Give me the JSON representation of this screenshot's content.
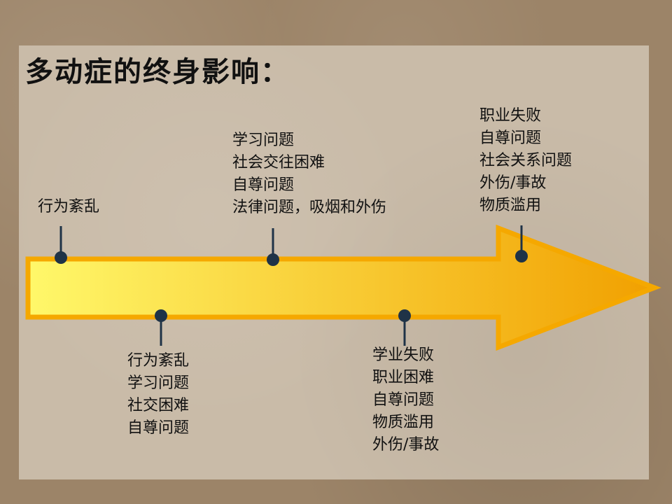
{
  "title": "多动症的终身影响：",
  "colors": {
    "arrow_fill_start": "#fff86a",
    "arrow_fill_end": "#f1a000",
    "arrow_stroke": "#f5a800",
    "marker": "#1f3347"
  },
  "stages": [
    {
      "position": "above",
      "items": [
        "行为紊乱"
      ]
    },
    {
      "position": "below",
      "items": [
        "行为紊乱",
        "学习问题",
        "社交困难",
        "自尊问题"
      ]
    },
    {
      "position": "above",
      "items": [
        "学习问题",
        "社会交往困难",
        "自尊问题",
        "法律问题，吸烟和外伤"
      ]
    },
    {
      "position": "below",
      "items": [
        "学业失败",
        "职业困难",
        "自尊问题",
        "物质滥用",
        "外伤/事故"
      ]
    },
    {
      "position": "above",
      "items": [
        "职业失败",
        "自尊问题",
        "社会关系问题",
        "外伤/事故",
        "物质滥用"
      ]
    }
  ]
}
